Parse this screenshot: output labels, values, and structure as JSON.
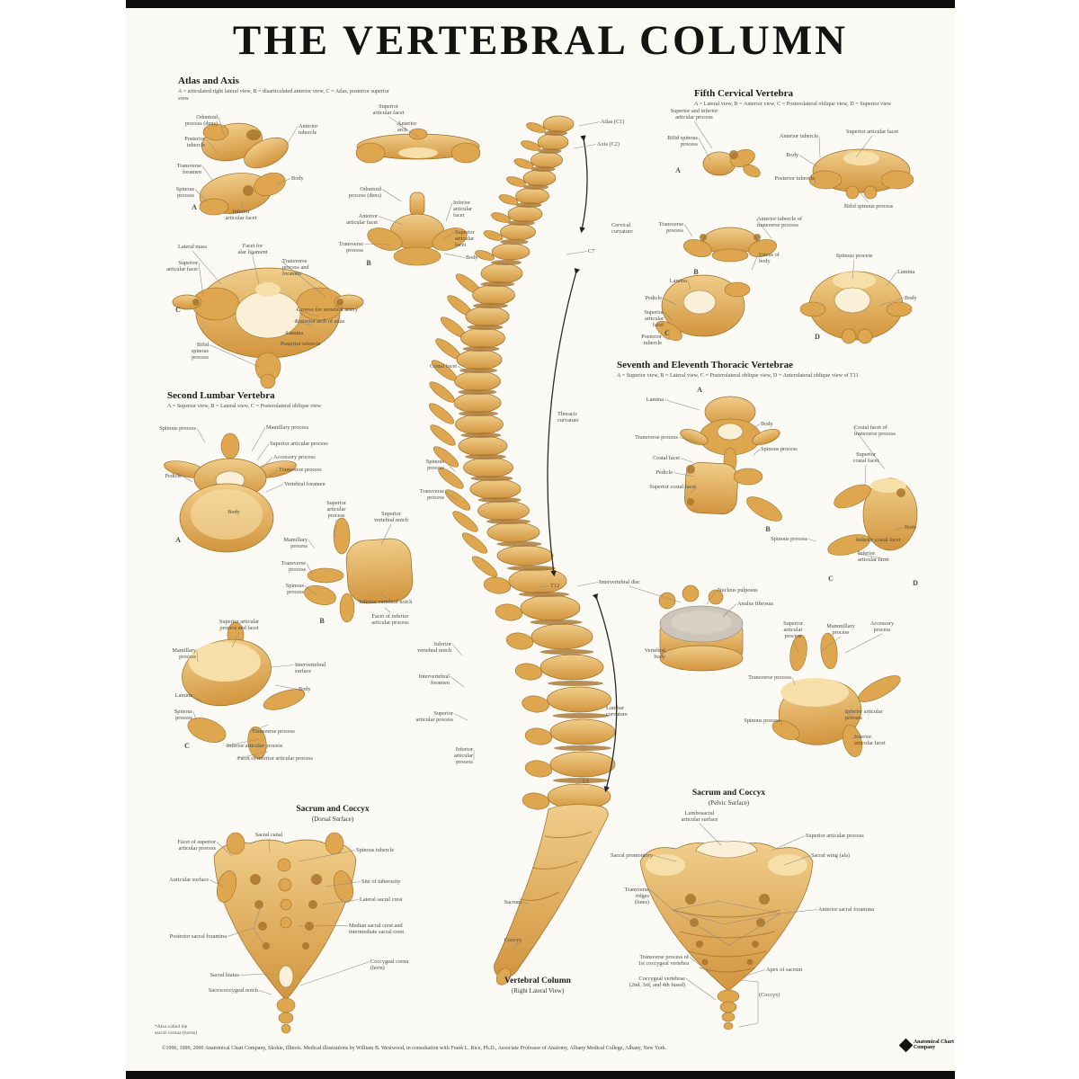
{
  "title": "THE VERTEBRAL COLUMN",
  "sections": {
    "atlas_axis": {
      "title": "Atlas and Axis",
      "caption": "A = articulated right lateral view, B = disarticulated anterior view, C = Atlas, posterior superior view"
    },
    "c5": {
      "title": "Fifth Cervical Vertebra",
      "caption": "A = Lateral view, B = Anterior view, C = Posterolateral oblique view, D = Superior view"
    },
    "thoracic": {
      "title": "Seventh and Eleventh Thoracic Vertebrae",
      "caption": "A = Superior view, B = Lateral view, C = Posterolateral oblique view, D = Anterolateral oblique view of T11"
    },
    "l2": {
      "title": "Second Lumbar Vertebra",
      "caption": "A = Superior view, B = Lateral view, C = Posterolateral oblique view"
    },
    "sacrum_dorsal": {
      "title": "Sacrum and Coccyx",
      "subtitle": "(Dorsal Surface)"
    },
    "sacrum_pelvic": {
      "title": "Sacrum and Coccyx",
      "subtitle": "(Pelvic Surface)"
    },
    "spine": {
      "title": "Vertebral Column",
      "subtitle": "(Right Lateral View)"
    }
  },
  "footer": {
    "footnote": "*Also called the\nsacral cornua (horns)",
    "copyright": "©1996, 1999, 2000 Anatomical Chart Company, Skokie, Illinois. Medical illustrations by William B. Westwood, in consultation with Frank L. Rice, Ph.D., Associate Professor of Anatomy, Albany Medical College, Albany, New York.",
    "logo": "Anatomical Chart Company"
  },
  "colors": {
    "bone": "#e2ab5c",
    "bone_dark": "#a8742c",
    "bone_light": "#f6dfa9",
    "outline": "#9a6a22",
    "label": "#4b4a42",
    "disc_gray": "#cdc5ba"
  },
  "labels": [
    [
      "Atlas (C1)",
      668,
      132,
      52,
      "l",
      644,
      140
    ],
    [
      "Axis (C2)",
      664,
      157,
      52,
      "l",
      638,
      165
    ],
    [
      "Cervical\ncurvature",
      680,
      247,
      48,
      "l",
      null,
      null
    ],
    [
      "C7",
      654,
      276,
      20,
      "l",
      630,
      283
    ],
    [
      "Thoracic\ncurvature",
      620,
      457,
      46,
      "l",
      null,
      null
    ],
    [
      "T12",
      612,
      648,
      24,
      "l",
      598,
      653
    ],
    [
      "Intervertebral disc",
      666,
      644,
      82,
      "l",
      642,
      652
    ],
    [
      "Lumbar\ncurvature",
      674,
      784,
      44,
      "l",
      null,
      null
    ],
    [
      "L5",
      648,
      866,
      20,
      "l",
      640,
      872
    ],
    [
      "Sacrum",
      540,
      1000,
      40,
      "r",
      588,
      1005
    ],
    [
      "Coccyx",
      540,
      1042,
      40,
      "r",
      570,
      1055
    ],
    [
      "Costal facet",
      452,
      404,
      56,
      "r",
      518,
      412
    ],
    [
      "Spinous\nprocess",
      446,
      510,
      48,
      "r",
      506,
      524
    ],
    [
      "Transverse\nprocess",
      442,
      543,
      52,
      "r",
      508,
      556
    ],
    [
      "Inferior\nvertebral notch",
      436,
      713,
      66,
      "r",
      514,
      729
    ],
    [
      "Intervertebral\nforamen",
      436,
      749,
      64,
      "r",
      516,
      764
    ],
    [
      "Superior\narticular process",
      436,
      790,
      68,
      "r",
      520,
      801
    ],
    [
      "Inferior\narticular\nprocess",
      474,
      830,
      52,
      "r",
      527,
      845
    ],
    [
      "Odontoid\nprocess (dens)",
      176,
      127,
      66,
      "r",
      250,
      152
    ],
    [
      "Posterior\ntubercle",
      176,
      151,
      52,
      "r",
      242,
      170
    ],
    [
      "Anterior\ntubercle",
      332,
      137,
      46,
      "l",
      318,
      163
    ],
    [
      "Transverse\nforamen",
      170,
      181,
      54,
      "r",
      236,
      200
    ],
    [
      "Spinous\nprocess",
      168,
      207,
      48,
      "r",
      230,
      224
    ],
    [
      "Body",
      324,
      195,
      26,
      "l",
      308,
      205
    ],
    [
      "A",
      210,
      227,
      12,
      "c",
      null,
      null,
      8,
      1
    ],
    [
      "Inferior\narticular facet",
      236,
      232,
      64,
      "c",
      270,
      224
    ],
    [
      "Superior\narticular facet",
      398,
      115,
      68,
      "c",
      448,
      140
    ],
    [
      "Anterior\narch",
      442,
      134,
      40,
      "l",
      465,
      152
    ],
    [
      "Odontoid\nprocess (dens)",
      364,
      207,
      60,
      "r",
      446,
      224
    ],
    [
      "Anterior\narticular facet",
      356,
      237,
      64,
      "r",
      448,
      250
    ],
    [
      "Transverse\nprocess",
      350,
      268,
      54,
      "r",
      434,
      272
    ],
    [
      "Inferior\narticular\nfacet",
      504,
      222,
      46,
      "l",
      496,
      246
    ],
    [
      "Superior\narticular\nfacet",
      506,
      255,
      46,
      "l",
      494,
      266
    ],
    [
      "B",
      404,
      289,
      12,
      "c",
      null,
      null,
      8,
      1
    ],
    [
      "Body",
      518,
      283,
      28,
      "l",
      494,
      282
    ],
    [
      "Lateral mass",
      184,
      271,
      60,
      "c",
      246,
      316
    ],
    [
      "Facet for\nalar ligament",
      250,
      270,
      62,
      "c",
      288,
      316
    ],
    [
      "Superior\narticular facet",
      156,
      289,
      64,
      "r",
      226,
      330
    ],
    [
      "Transverse\nprocess and\nforamen",
      314,
      287,
      58,
      "l",
      362,
      330
    ],
    [
      "C",
      192,
      341,
      12,
      "c",
      null,
      null,
      8,
      1
    ],
    [
      "Groove for vertebral artery",
      330,
      341,
      112,
      "l",
      354,
      352
    ],
    [
      "Posterior arch of atlas",
      328,
      354,
      98,
      "l",
      347,
      362
    ],
    [
      "Lamina",
      318,
      367,
      36,
      "l",
      336,
      372
    ],
    [
      "Posterior tubercle",
      312,
      379,
      80,
      "l",
      330,
      385
    ],
    [
      "Bifid\nspinous\nprocess",
      190,
      380,
      42,
      "r",
      288,
      408
    ],
    [
      "Superior and inferior\narticular process",
      726,
      120,
      92,
      "c",
      792,
      165
    ],
    [
      "Bifid spinous\nprocess",
      714,
      150,
      62,
      "r",
      790,
      178
    ],
    [
      "Anterior tubercle",
      836,
      148,
      74,
      "r",
      912,
      175
    ],
    [
      "Superior articular facet",
      922,
      143,
      96,
      "c",
      952,
      175
    ],
    [
      "Body",
      860,
      169,
      28,
      "r",
      910,
      186
    ],
    [
      "Posterior tubercle",
      830,
      195,
      76,
      "r",
      906,
      205
    ],
    [
      "Bifid spinous process",
      920,
      226,
      92,
      "c",
      956,
      214
    ],
    [
      "A",
      748,
      186,
      12,
      "c",
      null,
      null,
      8,
      1
    ],
    [
      "Transverse\nprocess",
      708,
      246,
      52,
      "r",
      770,
      263
    ],
    [
      "Anterior tubercle of\ntransverse process",
      842,
      240,
      88,
      "l",
      858,
      265
    ],
    [
      "B",
      768,
      299,
      12,
      "c",
      null,
      null,
      8,
      1
    ],
    [
      "Lamina",
      726,
      309,
      38,
      "r",
      768,
      322
    ],
    [
      "Pedicle",
      698,
      328,
      38,
      "r",
      752,
      339
    ],
    [
      "Superior\narticular\nfacet",
      692,
      344,
      46,
      "r",
      748,
      357
    ],
    [
      "Posterior\ntubercle",
      688,
      371,
      48,
      "r",
      744,
      378
    ],
    [
      "Uncus of\nbody",
      844,
      280,
      46,
      "l",
      836,
      300
    ],
    [
      "Spinous process",
      914,
      281,
      72,
      "c",
      948,
      310
    ],
    [
      "Lamina",
      998,
      299,
      38,
      "l",
      986,
      318
    ],
    [
      "Body",
      1006,
      328,
      28,
      "l",
      978,
      340
    ],
    [
      "C",
      736,
      367,
      12,
      "c",
      null,
      null,
      8,
      1
    ],
    [
      "D",
      903,
      371,
      12,
      "c",
      null,
      null,
      8,
      1
    ],
    [
      "Lamina",
      700,
      441,
      38,
      "r",
      778,
      456
    ],
    [
      "Transverse process",
      670,
      483,
      84,
      "r",
      776,
      492
    ],
    [
      "Costal facet",
      698,
      506,
      58,
      "r",
      770,
      514
    ],
    [
      "Pedicle",
      710,
      522,
      38,
      "r",
      772,
      530
    ],
    [
      "Superior costal facet",
      684,
      538,
      90,
      "r",
      768,
      548
    ],
    [
      "A",
      772,
      430,
      12,
      "c",
      null,
      null,
      8,
      1
    ],
    [
      "Body",
      846,
      468,
      28,
      "l",
      836,
      478
    ],
    [
      "Spinous process",
      846,
      496,
      72,
      "l",
      838,
      506
    ],
    [
      "Superior\ncostal facet",
      934,
      502,
      58,
      "c",
      962,
      540
    ],
    [
      "Costal facet of\ntransverse process",
      950,
      472,
      88,
      "l",
      984,
      522
    ],
    [
      "B",
      848,
      585,
      12,
      "c",
      null,
      null,
      8,
      1
    ],
    [
      "Body",
      1006,
      583,
      28,
      "l",
      994,
      590
    ],
    [
      "Inferior costal facet",
      952,
      597,
      90,
      "l",
      988,
      604
    ],
    [
      "Inferior\narticular facet",
      954,
      612,
      66,
      "l",
      986,
      622
    ],
    [
      "Spinous process",
      826,
      596,
      72,
      "r",
      908,
      602
    ],
    [
      "C",
      918,
      640,
      12,
      "c",
      null,
      null,
      8,
      1
    ],
    [
      "D",
      1012,
      645,
      12,
      "c",
      null,
      null,
      8,
      1
    ],
    [
      "Nucleus pulposus",
      798,
      653,
      76,
      "l",
      786,
      672
    ],
    [
      "Anulus fibrosus",
      820,
      668,
      72,
      "l",
      804,
      686
    ],
    [
      "Vertebral\nbody",
      694,
      720,
      46,
      "r",
      740,
      726
    ],
    [
      "Superior\narticular\nprocess",
      858,
      690,
      48,
      "c",
      888,
      726
    ],
    [
      "Mammillary\nprocess",
      908,
      693,
      54,
      "c",
      914,
      724
    ],
    [
      "Accessory\nprocess",
      956,
      690,
      50,
      "c",
      940,
      726
    ],
    [
      "Transverse process",
      798,
      750,
      82,
      "r",
      884,
      762
    ],
    [
      "Spinous process",
      796,
      798,
      72,
      "r",
      870,
      808
    ],
    [
      "Inferior articular\nprocess",
      940,
      788,
      78,
      "l",
      954,
      800
    ],
    [
      "Inferior\narticular facet",
      950,
      816,
      62,
      "l",
      948,
      822
    ],
    [
      "Spinous process",
      146,
      473,
      72,
      "r",
      228,
      492
    ],
    [
      "Mamillary process",
      296,
      472,
      80,
      "l",
      280,
      502
    ],
    [
      "Superior articular process",
      300,
      490,
      104,
      "l",
      286,
      512
    ],
    [
      "Accessory process",
      304,
      505,
      86,
      "l",
      292,
      520
    ],
    [
      "Transverse process",
      310,
      519,
      86,
      "l",
      300,
      530
    ],
    [
      "Vertebral foramen",
      316,
      535,
      82,
      "l",
      296,
      547
    ],
    [
      "Pedicle",
      164,
      526,
      38,
      "r",
      214,
      536
    ],
    [
      "Body",
      246,
      566,
      28,
      "c",
      null,
      null
    ],
    [
      "A",
      192,
      597,
      12,
      "c",
      null,
      null,
      8,
      1
    ],
    [
      "Superior\narticular\nprocess",
      350,
      556,
      48,
      "c",
      372,
      598
    ],
    [
      "Superior\nvertebral notch",
      402,
      568,
      66,
      "c",
      424,
      606
    ],
    [
      "Mamillary\nprocess",
      292,
      597,
      50,
      "r",
      350,
      610
    ],
    [
      "Transverse\nprocess",
      288,
      623,
      52,
      "r",
      348,
      640
    ],
    [
      "Spinous\nprocess",
      290,
      648,
      48,
      "r",
      352,
      662
    ],
    [
      "Inferior vertebral notch",
      392,
      666,
      74,
      "c",
      424,
      660
    ],
    [
      "Facet of inferior\narticular process",
      394,
      682,
      80,
      "c",
      428,
      676
    ],
    [
      "B",
      352,
      687,
      12,
      "c",
      null,
      null,
      8,
      1
    ],
    [
      "Superior articular\nprocess and facet",
      224,
      688,
      84,
      "c",
      258,
      720
    ],
    [
      "Mamillary\nprocess",
      168,
      720,
      50,
      "r",
      220,
      736
    ],
    [
      "Lamina",
      176,
      770,
      38,
      "r",
      224,
      780
    ],
    [
      "Spinous\nprocess",
      166,
      788,
      48,
      "r",
      218,
      800
    ],
    [
      "Intervertebral\nsurface",
      328,
      736,
      62,
      "l",
      302,
      742
    ],
    [
      "Body",
      332,
      763,
      28,
      "l",
      306,
      762
    ],
    [
      "Transverse process",
      280,
      810,
      84,
      "l",
      298,
      806
    ],
    [
      "Inferior articular process",
      252,
      826,
      100,
      "l",
      288,
      822
    ],
    [
      "Facet of inferior articular process",
      264,
      840,
      130,
      "l",
      298,
      836
    ],
    [
      "C",
      202,
      826,
      12,
      "c",
      null,
      null,
      8,
      1
    ],
    [
      "Sacral canal",
      270,
      925,
      58,
      "c",
      300,
      948
    ],
    [
      "Facet of superior\narticular process",
      162,
      933,
      78,
      "r",
      258,
      952
    ],
    [
      "Auricular surface",
      156,
      975,
      76,
      "r",
      248,
      986
    ],
    [
      "Posterior sacral foramina",
      144,
      1038,
      108,
      "r",
      282,
      1032
    ],
    [
      "Sacral hiatus",
      206,
      1081,
      60,
      "r",
      300,
      1083
    ],
    [
      "Sacrococcygeal notch",
      192,
      1098,
      95,
      "r",
      302,
      1106
    ],
    [
      "Spinous tubercle",
      396,
      942,
      74,
      "l",
      332,
      958
    ],
    [
      "Site of tuberosity",
      402,
      977,
      78,
      "l",
      362,
      986
    ],
    [
      "Lateral sacral crest",
      400,
      997,
      84,
      "l",
      358,
      1006
    ],
    [
      "Median sacral crest and\nintermediate sacral crest",
      388,
      1026,
      110,
      "l",
      332,
      1030
    ],
    [
      "Coccygeal cornu\n(horn)",
      412,
      1066,
      76,
      "l",
      334,
      1096
    ],
    [
      "Lumbosacral\narticular surface",
      740,
      901,
      76,
      "c",
      802,
      940
    ],
    [
      "Superior articular process",
      896,
      926,
      110,
      "l",
      858,
      946
    ],
    [
      "Sacral wing (ala)",
      902,
      948,
      78,
      "l",
      872,
      962
    ],
    [
      "Sacral promontory",
      646,
      948,
      80,
      "r",
      752,
      958
    ],
    [
      "Transverse\nridges\n(lines)",
      670,
      986,
      52,
      "r",
      748,
      1012
    ],
    [
      "Anterior sacral foramina",
      910,
      1008,
      102,
      "l",
      868,
      1016
    ],
    [
      "Transverse process of\n1st coccygeal vertebra",
      668,
      1061,
      98,
      "r",
      790,
      1082
    ],
    [
      "Coccygeal vertebrae\n(2nd, 3rd, and 4th fused)",
      656,
      1085,
      106,
      "r",
      796,
      1112
    ],
    [
      "Apex of sacrum",
      852,
      1075,
      70,
      "l",
      826,
      1086
    ],
    [
      "(Coccyx)",
      844,
      1103,
      46,
      "l",
      null,
      null
    ]
  ]
}
